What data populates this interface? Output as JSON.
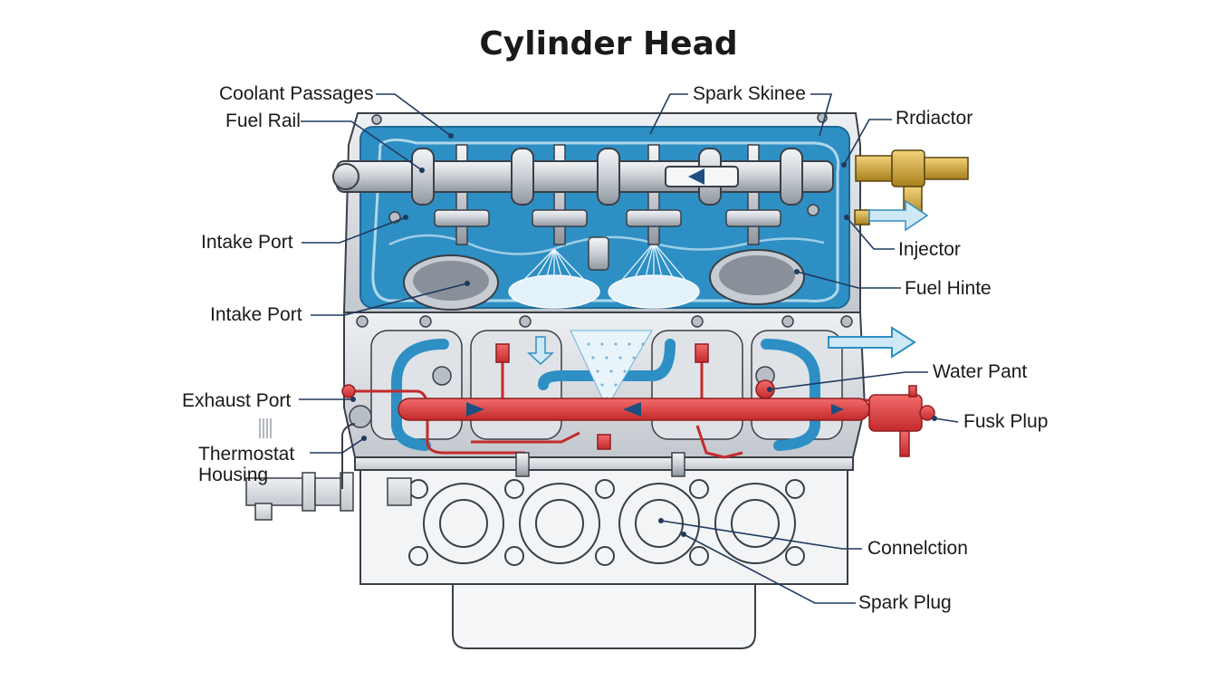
{
  "title": "Cylinder Head",
  "labels": {
    "coolant_passages": "Coolant Passages",
    "fuel_rail": "Fuel Rail",
    "intake_port_1": "Intake Port",
    "intake_port_2": "Intake Port",
    "exhaust_port": "Exhaust Port",
    "thermostat_line1": "Thermostat",
    "thermostat_line2": "Housing",
    "spark_skinee": "Spark Skinee",
    "rrdiactor": "Rrdiactor",
    "injector": "Injector",
    "fuel_hinte": "Fuel Hinte",
    "water_pant": "Water Pant",
    "fusk_plup": "Fusk Plup",
    "connelction": "Connelction",
    "spark_plug": "Spark Plug"
  },
  "colors": {
    "coolant": "#2e8fc4",
    "coolant_light": "#cfe8f5",
    "fuel_line": "#e0393b",
    "metal": "#d9dde2",
    "metal_dark": "#8a9099",
    "brass": "#d4a52c",
    "outline": "#3a3f47",
    "leader": "#1f3a5f"
  }
}
